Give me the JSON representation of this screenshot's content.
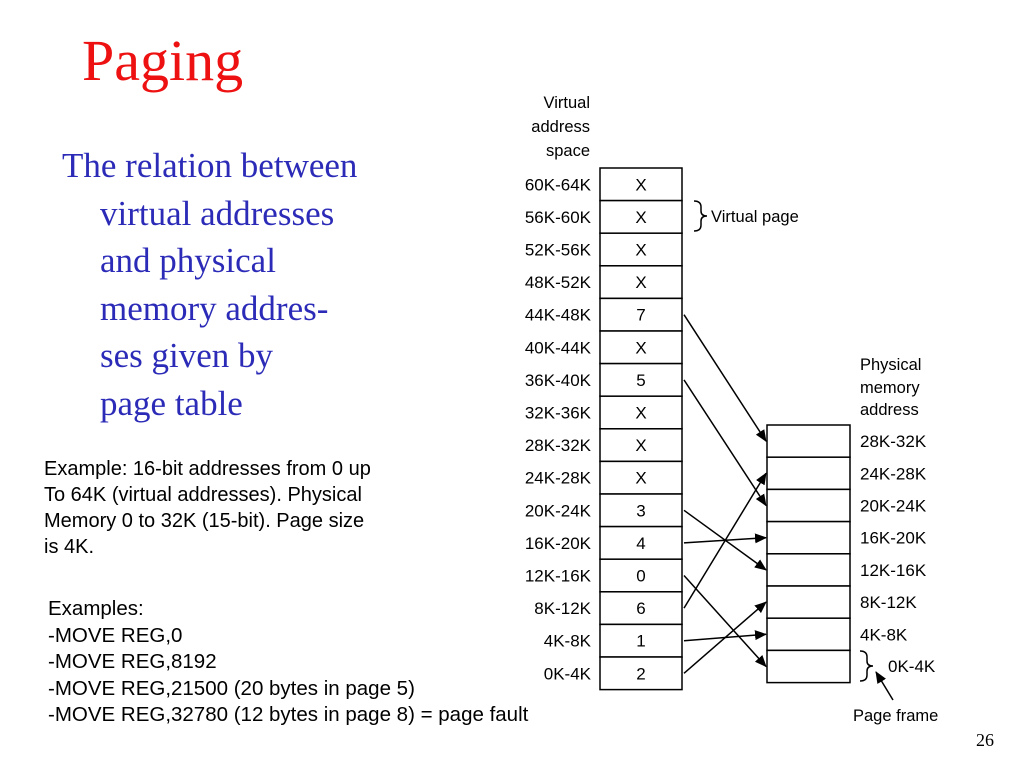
{
  "slide": {
    "title": "Paging",
    "page_number": "26"
  },
  "description": {
    "lines": [
      "The relation between",
      "virtual addresses",
      "and physical",
      "memory addres-",
      "ses given by",
      "page table"
    ]
  },
  "example": {
    "lines": [
      "Example: 16-bit addresses from 0 up",
      "To 64K (virtual addresses). Physical",
      "Memory 0 to 32K (15-bit). Page size",
      "is 4K."
    ]
  },
  "examples": {
    "heading": "Examples:",
    "items": [
      "-MOVE REG,0",
      "-MOVE REG,8192",
      "-MOVE REG,21500 (20 bytes in page 5)",
      "-MOVE REG,32780 (12 bytes in page 8) = page fault"
    ]
  },
  "diagram": {
    "virtual_heading": [
      "Virtual",
      "address",
      "space"
    ],
    "physical_heading": [
      "Physical",
      "memory",
      "address"
    ],
    "virtual_page_label": "Virtual page",
    "page_frame_label": "Page frame",
    "virtual_pages": [
      {
        "range": "60K-64K",
        "entry": "X"
      },
      {
        "range": "56K-60K",
        "entry": "X"
      },
      {
        "range": "52K-56K",
        "entry": "X"
      },
      {
        "range": "48K-52K",
        "entry": "X"
      },
      {
        "range": "44K-48K",
        "entry": "7"
      },
      {
        "range": "40K-44K",
        "entry": "X"
      },
      {
        "range": "36K-40K",
        "entry": "5"
      },
      {
        "range": "32K-36K",
        "entry": "X"
      },
      {
        "range": "28K-32K",
        "entry": "X"
      },
      {
        "range": "24K-28K",
        "entry": "X"
      },
      {
        "range": "20K-24K",
        "entry": "3"
      },
      {
        "range": "16K-20K",
        "entry": "4"
      },
      {
        "range": "12K-16K",
        "entry": "0"
      },
      {
        "range": "8K-12K",
        "entry": "6"
      },
      {
        "range": "4K-8K",
        "entry": "1"
      },
      {
        "range": "0K-4K",
        "entry": "2"
      }
    ],
    "physical_frames": [
      "28K-32K",
      "24K-28K",
      "20K-24K",
      "16K-20K",
      "12K-16K",
      "8K-12K",
      "4K-8K",
      "0K-4K"
    ]
  }
}
